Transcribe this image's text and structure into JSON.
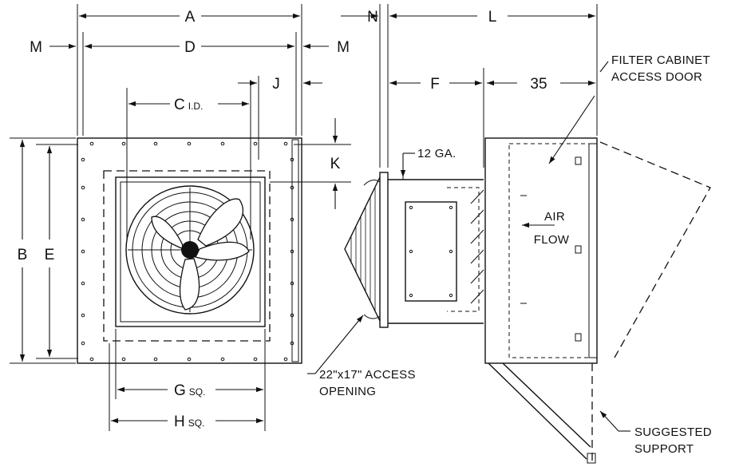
{
  "dimensions": {
    "A": "A",
    "B": "B",
    "C": "C",
    "C_suffix": "I.D.",
    "D": "D",
    "E": "E",
    "F": "F",
    "G": "G",
    "G_suffix": "SQ.",
    "H": "H",
    "H_suffix": "SQ.",
    "J": "J",
    "K": "K",
    "L": "L",
    "M_left": "M",
    "M_right": "M",
    "N": "N",
    "filter_depth": "35"
  },
  "notes": {
    "gauge": "12 GA.",
    "air_line1": "AIR",
    "air_line2": "FLOW",
    "filter_line1": "FILTER CABINET",
    "filter_line2": "ACCESS DOOR",
    "access_line1": "22\"x17\" ACCESS",
    "access_line2": "OPENING",
    "support_line1": "SUGGESTED",
    "support_line2": "SUPPORT"
  }
}
